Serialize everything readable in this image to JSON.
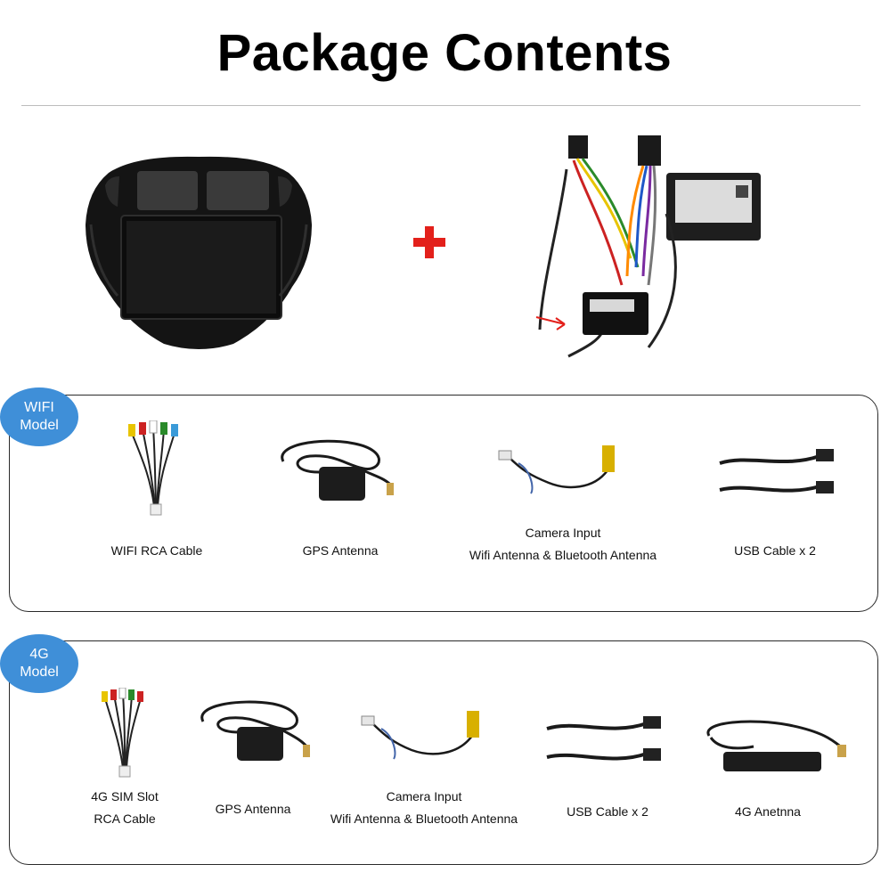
{
  "title": "Package Contents",
  "colors": {
    "accent_plus": "#e3201b",
    "badge": "#3f8fd8",
    "panel_border": "#2a2a2a"
  },
  "icons": {
    "plus": "plus-icon"
  },
  "wifi_model": {
    "badge_line1": "WIFI",
    "badge_line2": "Model",
    "items": [
      {
        "lines": [
          "WIFI RCA Cable"
        ]
      },
      {
        "lines": [
          "GPS Antenna"
        ]
      },
      {
        "lines": [
          "Camera Input",
          "Wifi Antenna & Bluetooth Antenna"
        ]
      },
      {
        "lines": [
          "USB Cable x 2"
        ]
      }
    ]
  },
  "g4_model": {
    "badge_line1": "4G",
    "badge_line2": "Model",
    "items": [
      {
        "lines": [
          "4G SIM Slot",
          "RCA Cable"
        ]
      },
      {
        "lines": [
          "GPS Antenna"
        ]
      },
      {
        "lines": [
          "Camera Input",
          "Wifi Antenna & Bluetooth Antenna"
        ]
      },
      {
        "lines": [
          "USB Cable x 2"
        ]
      },
      {
        "lines": [
          "4G Anetnna"
        ]
      }
    ]
  }
}
